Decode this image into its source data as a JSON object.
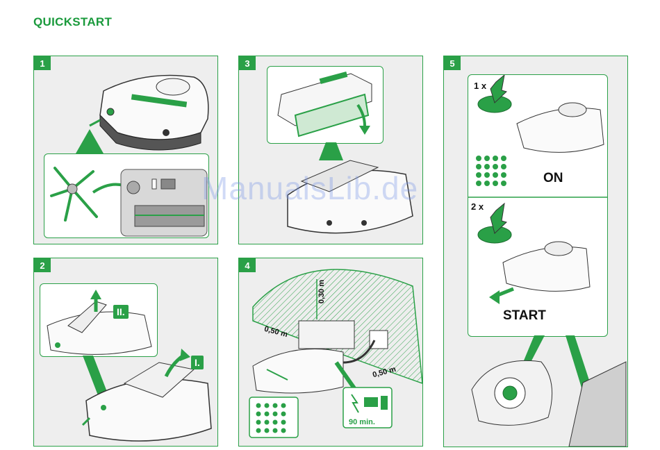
{
  "page": {
    "title": "QUICKSTART"
  },
  "steps": [
    {
      "number": "1"
    },
    {
      "number": "2",
      "labels": [
        "II.",
        "I."
      ]
    },
    {
      "number": "3"
    },
    {
      "number": "4",
      "distance_side": "0,50 m",
      "distance_height": "0,30 m",
      "distance_front": "0,50 m",
      "charge_time": "90 min."
    },
    {
      "number": "5",
      "press_once": "1 x",
      "press_twice": "2 x",
      "state_on": "ON",
      "state_start": "START"
    }
  ],
  "watermark": "ManualsLib.de",
  "colors": {
    "accent": "#2aa047",
    "panel_bg": "#eeeeee"
  }
}
